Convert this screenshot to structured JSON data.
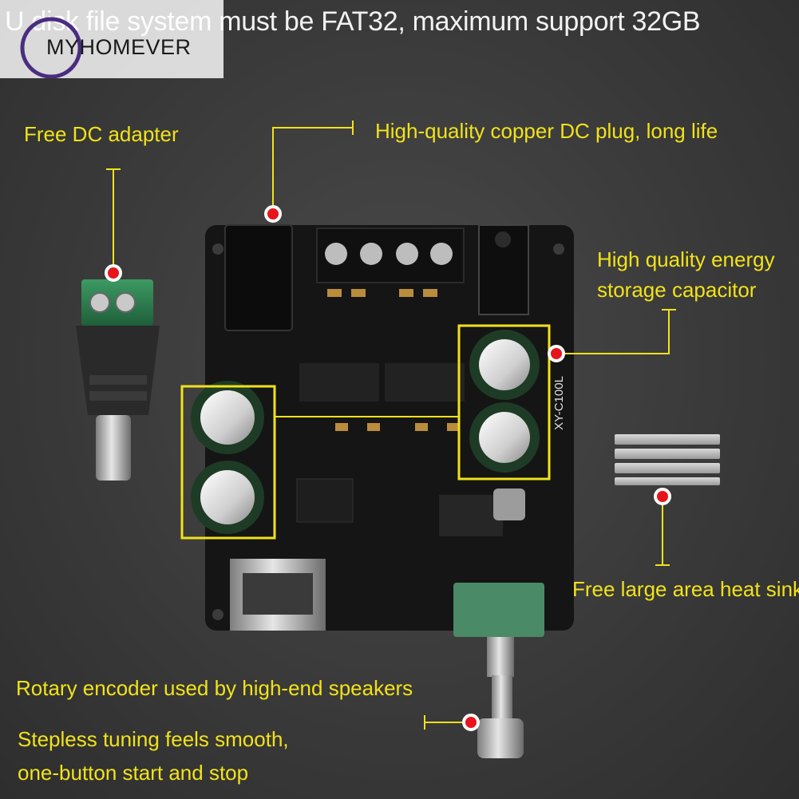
{
  "headline": "U disk file system must be FAT32, maximum support 32GB",
  "brand": "MYHOMEVER",
  "board_marking": "XY-C100L",
  "callouts": {
    "dc_adapter": "Free DC adapter",
    "dc_plug": "High-quality copper DC plug, long life",
    "capacitor_line1": "High quality energy",
    "capacitor_line2": "storage capacitor",
    "heat_sink": "Free large area heat sink",
    "encoder": "Rotary encoder used by high-end speakers",
    "tuning_line1": "Stepless tuning feels smooth,",
    "tuning_line2": "one-button start and stop"
  },
  "colors": {
    "callout_text": "#f1e21a",
    "marker_red": "#e8141b",
    "pcb": "#151515",
    "terminal_green": "#2f7d4f"
  }
}
